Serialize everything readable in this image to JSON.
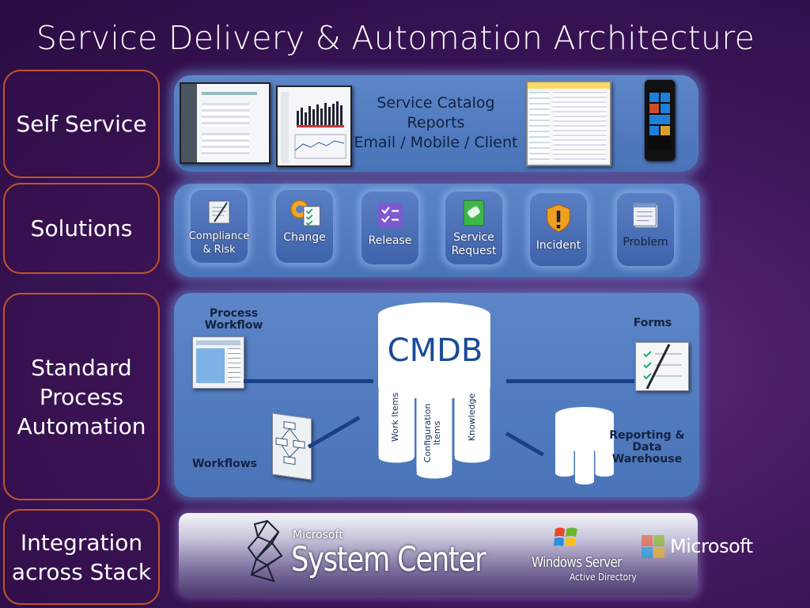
{
  "title": "Service Delivery & Automation Architecture",
  "rows": {
    "self_service": "Self Service",
    "solutions": "Solutions",
    "standard_process": [
      "Standard",
      "Process",
      "Automation"
    ],
    "integration": [
      "Integration",
      "across Stack"
    ]
  },
  "self_service_panel": {
    "lines": [
      "Service Catalog",
      "Reports",
      "Email / Mobile / Client"
    ]
  },
  "solutions": [
    {
      "label": [
        "Compliance",
        "& Risk"
      ],
      "icon": "compliance-icon"
    },
    {
      "label": [
        "Change"
      ],
      "icon": "change-icon"
    },
    {
      "label": [
        "Release"
      ],
      "icon": "release-icon"
    },
    {
      "label": [
        "Service",
        "Request"
      ],
      "icon": "service-request-icon"
    },
    {
      "label": [
        "Incident"
      ],
      "icon": "incident-icon"
    },
    {
      "label": [
        "Problem"
      ],
      "icon": "problem-icon"
    }
  ],
  "automation": {
    "process_workflow": [
      "Process",
      "Workflow"
    ],
    "workflows": "Workflows",
    "forms": "Forms",
    "cmdb": "CMDB",
    "cylinders": [
      "Work Items",
      "Configuration Items",
      "Knowledge"
    ],
    "reporting": [
      "Reporting &",
      "Data",
      "Warehouse"
    ]
  },
  "integration": {
    "microsoft_small": "Microsoft",
    "system_center": "System Center",
    "windows_server": "Windows Server",
    "active_directory": "Active Directory",
    "microsoft_logo": "Microsoft"
  },
  "colors": {
    "panel": "#5078be",
    "row_border": "#c0552a",
    "connector": "#1a3f86",
    "dark_text": "#13233f"
  }
}
